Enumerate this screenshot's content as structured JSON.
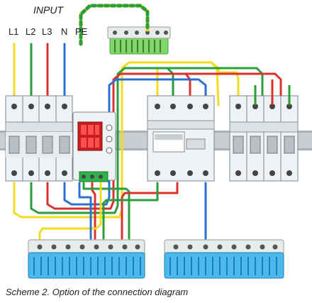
{
  "labels": {
    "input_title": "INPUT",
    "l1": "L1",
    "l2": "L2",
    "l3": "L3",
    "n": "N",
    "pe": "PE"
  },
  "caption": "Scheme 2. Option of the connection diagram",
  "wire_colors": {
    "L1": "#f2dc1a",
    "L2": "#2a9d3c",
    "L3": "#d93030",
    "N": "#2c6fd1",
    "PE_main": "#e9d31c",
    "PE_stripe": "#2a9d3c"
  },
  "component_colors": {
    "breaker_body": "#eef2f4",
    "din_rail": "#c9ced3",
    "pe_bus": "#7fd76a",
    "n_bus": "#4cb8ee",
    "relay_display": "#c81e1e",
    "relay_terminal": "#2fb24a"
  }
}
